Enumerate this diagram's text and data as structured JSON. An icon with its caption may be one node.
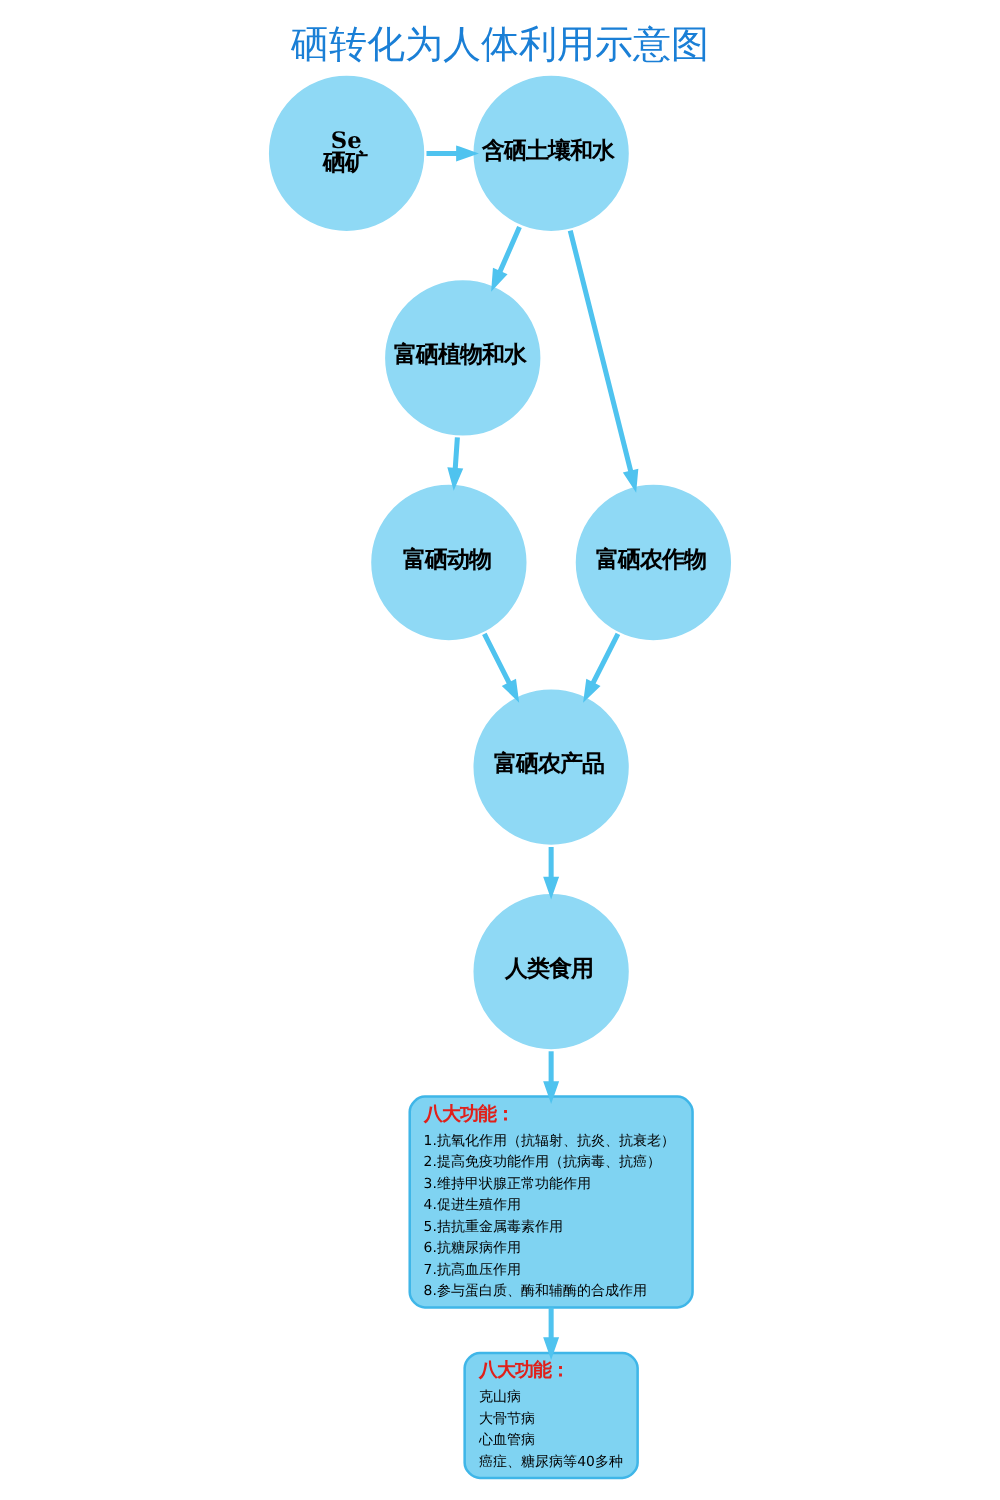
{
  "diagram": {
    "title": "硒转化为人体利用示意图",
    "nodes": [
      {
        "text": [
          "Se",
          "硒矿"
        ]
      },
      {
        "text": [
          "含硒土壤和水"
        ]
      },
      {
        "text": [
          "富硒植物和水"
        ]
      },
      {
        "text": [
          "富硒农作物"
        ]
      },
      {
        "text": [
          "富硒动物"
        ]
      },
      {
        "text": [
          "富硒农产品"
        ]
      },
      {
        "text": [
          "人类食用"
        ]
      },
      {
        "text": [
          "八大功能：",
          "1.抗氧化作用（抗辐射、抗炎、抗衰老）",
          "2.提高免疫功能作用（抗病毒、抗癌）",
          "3.维持甲状腺正常功能作用",
          "4.促进生殖作用",
          "5.拮抗重金属毒素作用",
          "6.抗糖尿病作用",
          "7.抗高血压作用",
          "8.参与蛋白质、酶和辅酶的合成作用"
        ]
      },
      {
        "text": [
          "八大功能：",
          "克山病",
          "大骨节病",
          "心血管病",
          "癌症、糖尿病等40多种"
        ]
      }
    ],
    "edges": [
      {
        "from": 0,
        "to": 1,
        "arrow": "to"
      },
      {
        "from": 1,
        "to": 2,
        "arrow": "to"
      },
      {
        "from": 1,
        "to": 3,
        "arrow": "to"
      },
      {
        "from": 2,
        "to": 4,
        "arrow": "to"
      },
      {
        "from": 4,
        "to": 5,
        "arrow": "to"
      },
      {
        "from": 3,
        "to": 5,
        "arrow": "to"
      },
      {
        "from": 5,
        "to": 6,
        "arrow": "to"
      },
      {
        "from": 6,
        "to": 7,
        "arrow": "to"
      },
      {
        "from": 7,
        "to": 8,
        "arrow": "to"
      }
    ]
  }
}
